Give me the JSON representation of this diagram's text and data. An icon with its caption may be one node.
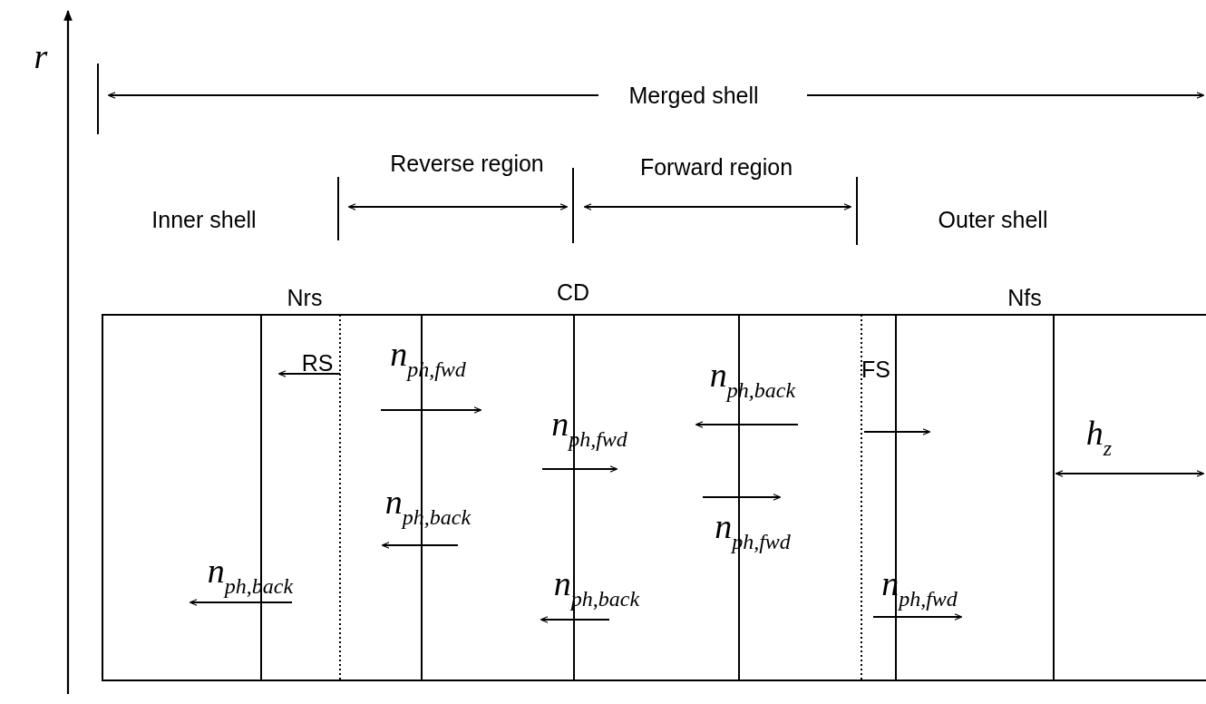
{
  "diagram": {
    "labels": [
      "r",
      "Merged shell",
      "Reverse region",
      "Forward region",
      "Inner shell",
      "Outer shell",
      "Nrs",
      "CD",
      "Nfs",
      "RS",
      "n$_{ph,fwd}$",
      "n$_{ph,back}$",
      "FS",
      "n$_{ph,fwd}$",
      "h$_{z}$",
      "n$_{ph,back}$",
      "n$_{ph,fwd}$",
      "n$_{ph,back}$",
      "n$_{ph,back}$",
      "n$_{ph,fwd}$"
    ]
  }
}
